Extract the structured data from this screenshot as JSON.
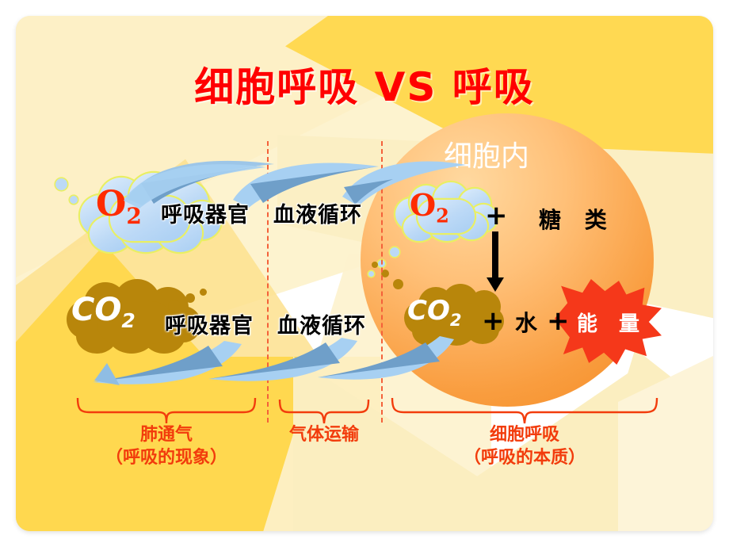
{
  "slide": {
    "title": "细胞呼吸 VS 呼吸",
    "title_color": "#ff0000",
    "background_color": "#fdf3cf",
    "accent_yellow": "#ffd84f"
  },
  "cell": {
    "label": "细胞内",
    "label_color": "#ffffff",
    "fill_outer": "#f58a22",
    "fill_inner": "#ffd9a0"
  },
  "molecules": {
    "o2_outside": {
      "formula": "O",
      "subscript": "2",
      "color": "#ff2b00",
      "cloud_color": "#bcd9f6"
    },
    "o2_inside": {
      "formula": "O",
      "subscript": "2",
      "color": "#ff2b00",
      "cloud_color": "#bcd9f6"
    },
    "co2_outside": {
      "formula": "CO",
      "subscript": "2",
      "color": "#ffffff",
      "cloud_color": "#b8860b"
    },
    "co2_inside": {
      "formula": "CO",
      "subscript": "2",
      "color": "#ffffff",
      "cloud_color": "#b8860b"
    }
  },
  "pathway": {
    "top_row": [
      {
        "label": "呼吸器官"
      },
      {
        "label": "血液循环"
      }
    ],
    "bottom_row": [
      {
        "label": "呼吸器官"
      },
      {
        "label": "血液循环"
      }
    ]
  },
  "reaction": {
    "plus1": "+",
    "reactant": "糖 类",
    "arrow": "down-arrow",
    "plus2": "+",
    "product_water": "水",
    "plus3": "+",
    "product_energy": "能 量",
    "energy_badge_color": "#f5381a"
  },
  "sections": [
    {
      "name": "肺通气",
      "sub": "（呼吸的现象）",
      "color": "#f23c0c"
    },
    {
      "name": "气体运输",
      "sub": "",
      "color": "#f23c0c"
    },
    {
      "name": "细胞呼吸",
      "sub": "（呼吸的本质）",
      "color": "#f23c0c"
    }
  ]
}
